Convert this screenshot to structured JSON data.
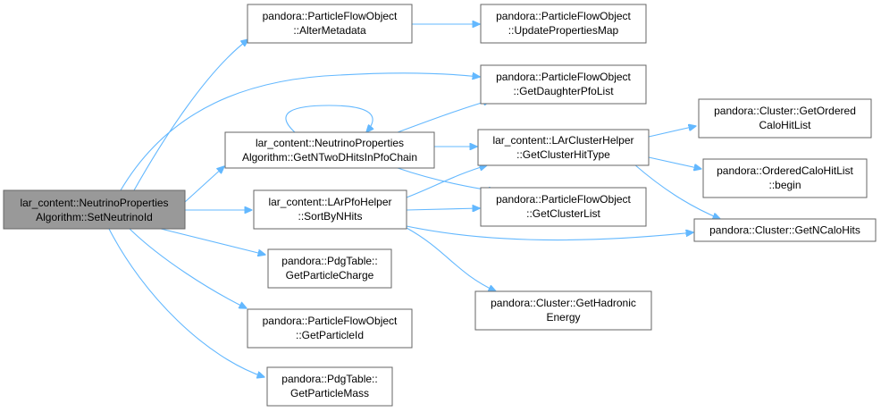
{
  "colors": {
    "edge": "#63b8ff",
    "node_border": "#666666",
    "node_fill": "#ffffff",
    "root_fill": "#999999",
    "text": "#000000"
  },
  "nodes": {
    "root": {
      "line1": "lar_content::NeutrinoProperties",
      "line2": "Algorithm::SetNeutrinoId"
    },
    "alter_metadata": {
      "line1": "pandora::ParticleFlowObject",
      "line2": "::AlterMetadata"
    },
    "update_properties_map": {
      "line1": "pandora::ParticleFlowObject",
      "line2": "::UpdatePropertiesMap"
    },
    "get_daughter_pfo_list": {
      "line1": "pandora::ParticleFlowObject",
      "line2": "::GetDaughterPfoList"
    },
    "get_n_two_d_hits": {
      "line1": "lar_content::NeutrinoProperties",
      "line2": "Algorithm::GetNTwoDHitsInPfoChain"
    },
    "get_cluster_hit_type": {
      "line1": "lar_content::LArClusterHelper",
      "line2": "::GetClusterHitType"
    },
    "get_ordered_calo_hit_list": {
      "line1": "pandora::Cluster::GetOrdered",
      "line2": "CaloHitList"
    },
    "ordered_calo_hit_list_begin": {
      "line1": "pandora::OrderedCaloHitList",
      "line2": "::begin"
    },
    "sort_by_n_hits": {
      "line1": "lar_content::LArPfoHelper",
      "line2": "::SortByNHits"
    },
    "get_cluster_list": {
      "line1": "pandora::ParticleFlowObject",
      "line2": "::GetClusterList"
    },
    "get_n_calo_hits": {
      "line1": "pandora::Cluster::GetNCaloHits"
    },
    "get_particle_charge": {
      "line1": "pandora::PdgTable::",
      "line2": "GetParticleCharge"
    },
    "get_hadronic_energy": {
      "line1": "pandora::Cluster::GetHadronic",
      "line2": "Energy"
    },
    "get_particle_id": {
      "line1": "pandora::ParticleFlowObject",
      "line2": "::GetParticleId"
    },
    "get_particle_mass": {
      "line1": "pandora::PdgTable::",
      "line2": "GetParticleMass"
    }
  }
}
